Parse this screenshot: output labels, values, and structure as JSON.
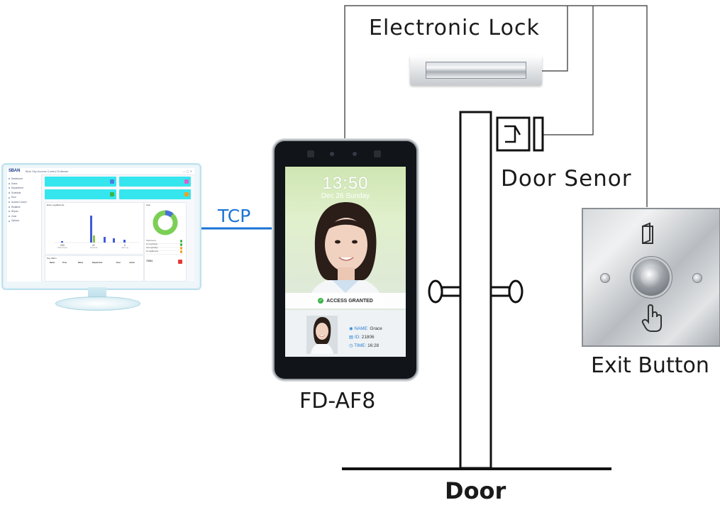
{
  "labels": {
    "electronic_lock": "Electronic Lock",
    "door_sensor": "Door Senor",
    "exit_button": "Exit Button",
    "device_model": "FD-AF8",
    "door": "Door",
    "tcp": "TCP"
  },
  "colors": {
    "tcp_link": "#1a73d6",
    "wire": "#555555",
    "door_outline": "#111111",
    "card_cyan": "#35e6ee",
    "granted_green": "#3ab54a"
  },
  "software": {
    "logo": "SBAN",
    "app_title": "Blue Sky Access Control Software",
    "menu": [
      "Dashboard",
      "Users",
      "Department",
      "Schedule",
      "Door",
      "Access Control",
      "Realtime",
      "Report",
      "Zone",
      "Options"
    ],
    "chart_title": "Entry Log(Recent)",
    "user_title": "User",
    "stats": [
      {
        "value": "220",
        "label": "Total Amount"
      },
      {
        "value": "47",
        "label": "Abnormal"
      },
      {
        "value": "0",
        "label": "Alert Log"
      }
    ],
    "summary_rows": [
      "Total Amount",
      "Ins Log(Today)",
      "Out Log(Today)",
      "Ins Log(Recent)"
    ],
    "entry_value": "79061",
    "table_title": "Key Alarm",
    "table_headers": [
      "Name",
      "Time",
      "Name",
      "Department",
      "Door",
      "Action"
    ]
  },
  "device_screen": {
    "time": "13:50",
    "date": "Dec 26 Sunday",
    "status": "ACCESS GRANTED",
    "name_label": "NAME:",
    "name_value": "Grace",
    "id_label": "ID:",
    "id_value": "21806",
    "time_label": "TIME:",
    "time_value": "16:28"
  },
  "icons": {
    "lock": "electronic-lock-icon",
    "sensor": "door-sensor-icon",
    "door_open": "door-open-icon",
    "hand": "hand-pointer-icon"
  }
}
